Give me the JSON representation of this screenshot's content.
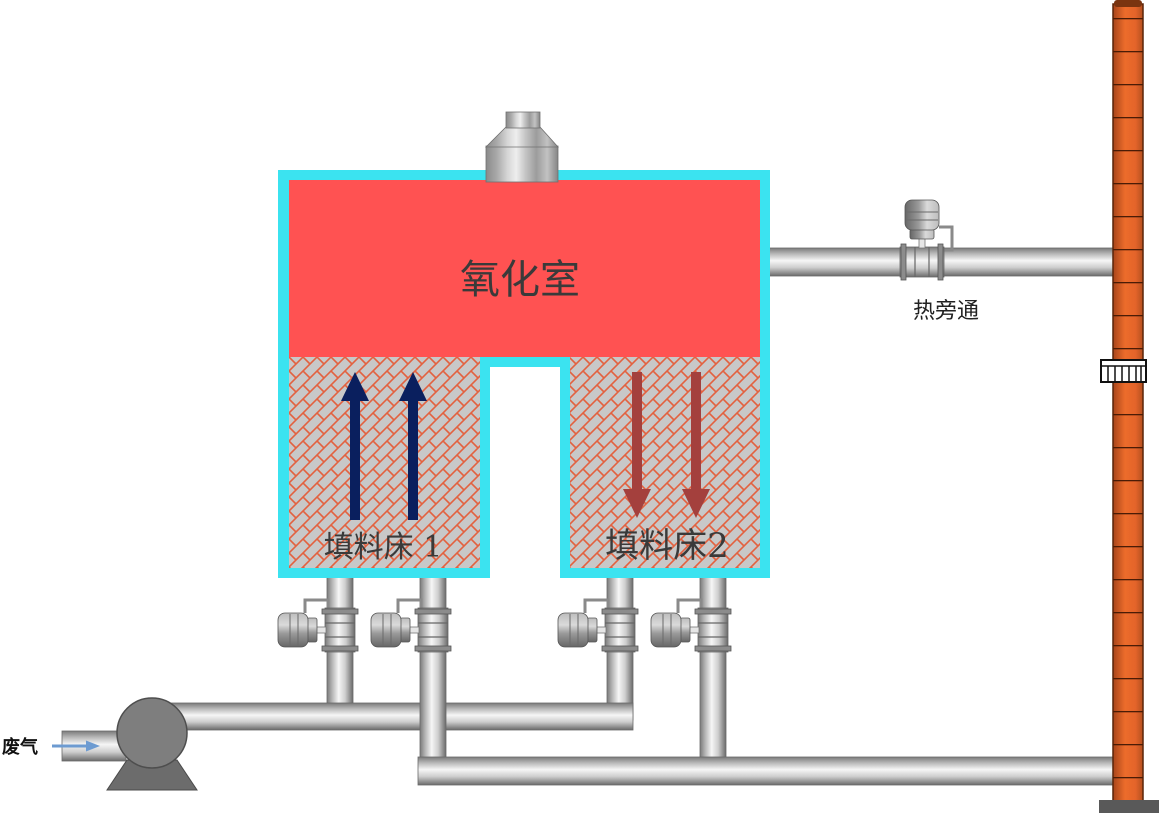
{
  "labels": {
    "oxidation_chamber": "氧化室",
    "bed1": "填料床 1",
    "bed2": "填料床2",
    "hot_bypass": "热旁通",
    "inlet": "废气"
  },
  "colors": {
    "chamber_border": "#3BE3F0",
    "oxidation_chamber": "#FF5252",
    "bed_fill": "#C8C8C8",
    "bed_hatch": "#E3613F",
    "bed1_arrow": "#0A1F5E",
    "bed2_arrow": "#A4403D",
    "inlet_arrow": "#6D9BD1",
    "chimney": "#EC6C2B",
    "fan": "#7E7E7E"
  }
}
